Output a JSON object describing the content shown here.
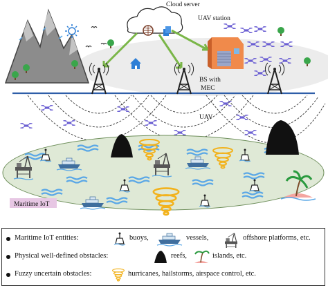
{
  "labels": {
    "cloud_server": "Cloud server",
    "uav_station": "UAV station",
    "bs_with_mec_line1": "BS with",
    "bs_with_mec_line2": "MEC",
    "uav": "UAV",
    "maritime_iot": "Maritime IoT"
  },
  "legend": {
    "row1": {
      "title": "Maritime IoT entities:",
      "item1": "buoys,",
      "item2": "vessels,",
      "item3": "offshore platforms, etc."
    },
    "row2": {
      "title": "Physical well-defined obstacles:",
      "item1": "reefs,",
      "item2": "islands, etc."
    },
    "row3": {
      "title": "Fuzzy uncertain obstacles:",
      "item1": "hurricanes, hailstorms, airspace control, etc."
    }
  },
  "icons": [
    "cloud-icon",
    "server-globe-icon",
    "uav-station-icon",
    "base-station-icon",
    "uav-icon",
    "buoy-icon",
    "vessel-icon",
    "offshore-platform-icon",
    "reef-icon",
    "island-icon",
    "hurricane-icon",
    "mountain-icon",
    "tree-icon",
    "house-icon",
    "sun-icon",
    "bird-icon"
  ],
  "colors": {
    "sea_ellipse": "#dfe9d6",
    "sky_ellipse": "#ececec",
    "link_arrow": "#7ab648",
    "uav": "#6b5fd3",
    "hurricane": "#f2b21c",
    "water": "#5aa7e6",
    "maritime_label_bg": "#e7c7e4"
  }
}
